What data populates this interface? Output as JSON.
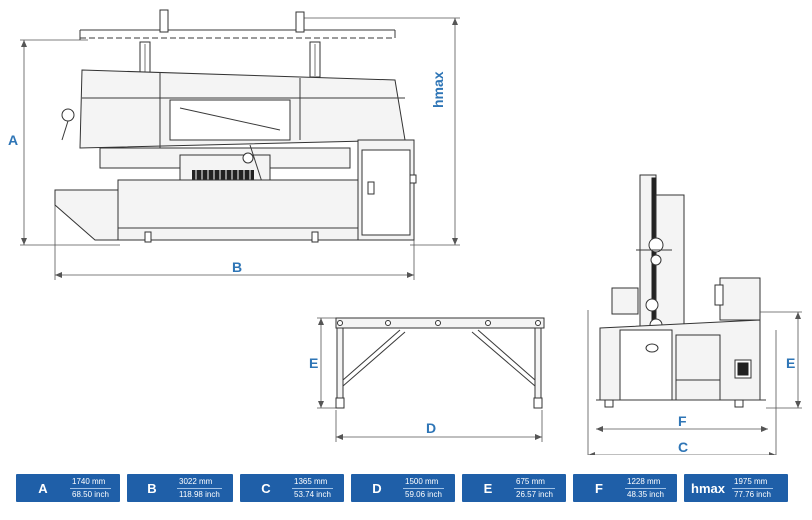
{
  "labels": {
    "A": "A",
    "B": "B",
    "C": "C",
    "D": "D",
    "E": "E",
    "F": "F",
    "hmax": "hmax"
  },
  "dimensions": [
    {
      "label": "A",
      "mm": "1740 mm",
      "inch": "68.50 inch"
    },
    {
      "label": "B",
      "mm": "3022 mm",
      "inch": "118.98 inch"
    },
    {
      "label": "C",
      "mm": "1365 mm",
      "inch": "53.74 inch"
    },
    {
      "label": "D",
      "mm": "1500 mm",
      "inch": "59.06 inch"
    },
    {
      "label": "E",
      "mm": "675 mm",
      "inch": "26.57 inch"
    },
    {
      "label": "F",
      "mm": "1228 mm",
      "inch": "48.35 inch"
    },
    {
      "label": "hmax",
      "mm": "1975 mm",
      "inch": "77.76 inch"
    }
  ],
  "colors": {
    "accent": "#2e75b6",
    "chip": "#1f5fa8"
  }
}
